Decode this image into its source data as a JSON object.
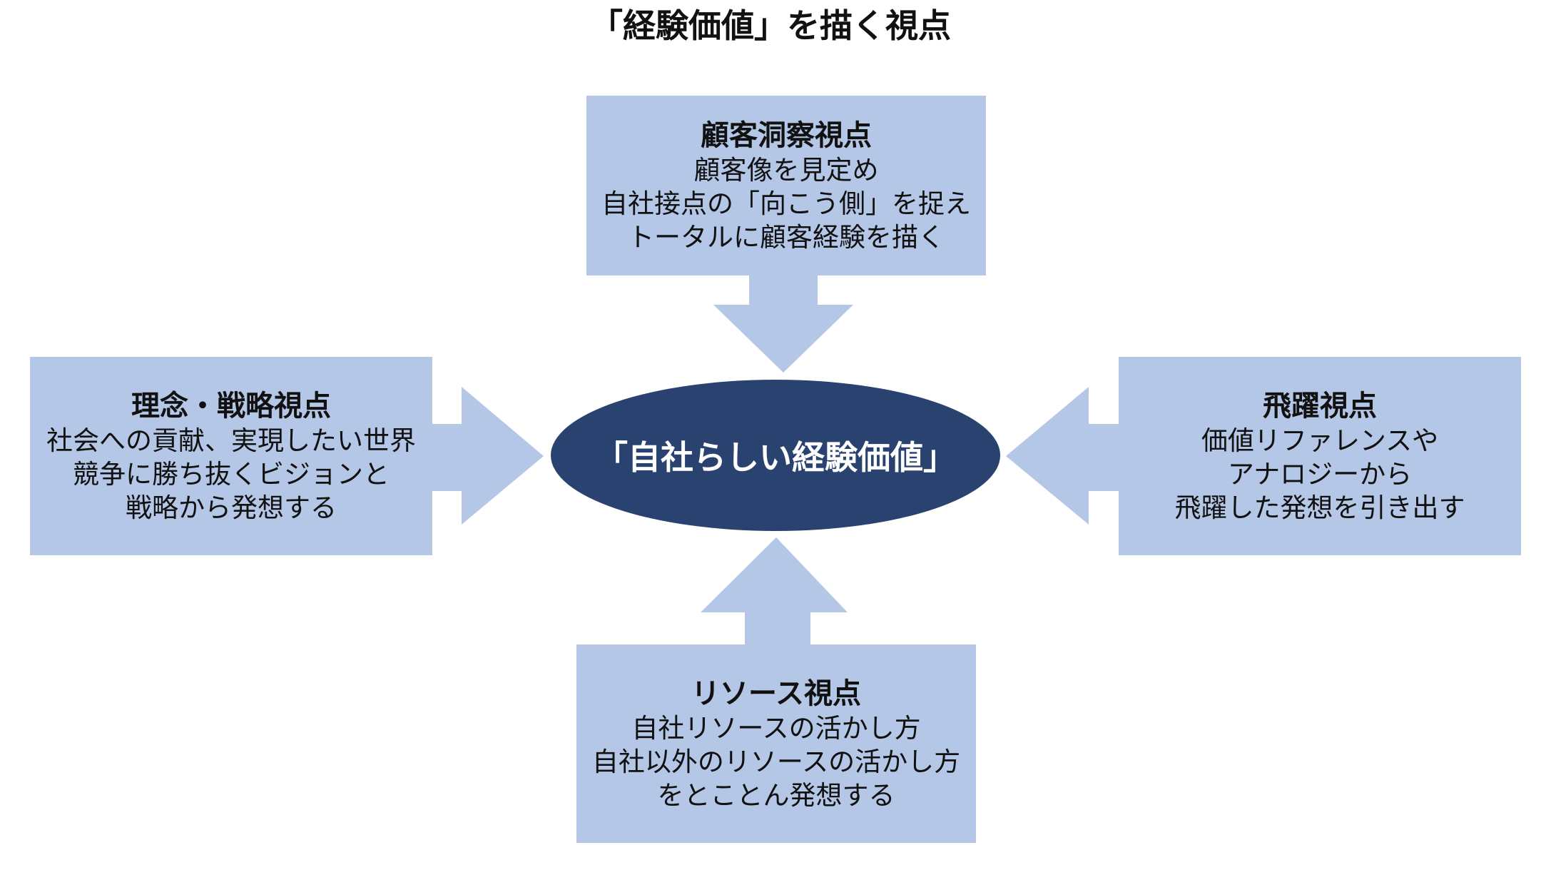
{
  "title": "「経験価値」を描く視点",
  "center": {
    "label": "「自社らしい経験価値」"
  },
  "boxes": {
    "top": {
      "title": "顧客洞察視点",
      "lines": [
        "顧客像を見定め",
        "自社接点の「向こう側」を捉え",
        "トータルに顧客経験を描く"
      ]
    },
    "left": {
      "title": "理念・戦略視点",
      "lines": [
        "社会への貢献、実現したい世界",
        "競争に勝ち抜くビジョンと",
        "戦略から発想する"
      ]
    },
    "right": {
      "title": "飛躍視点",
      "lines": [
        "価値リファレンスや",
        "アナロジーから",
        "飛躍した発想を引き出す"
      ]
    },
    "bottom": {
      "title": "リソース視点",
      "lines": [
        "自社リソースの活かし方",
        "自社以外のリソースの活かし方",
        "をとことん発想する"
      ]
    }
  },
  "colors": {
    "box_fill": "#b4c7e7",
    "arrow_fill": "#b4c7e7",
    "center_fill": "#2a4270",
    "center_text": "#ffffff"
  }
}
